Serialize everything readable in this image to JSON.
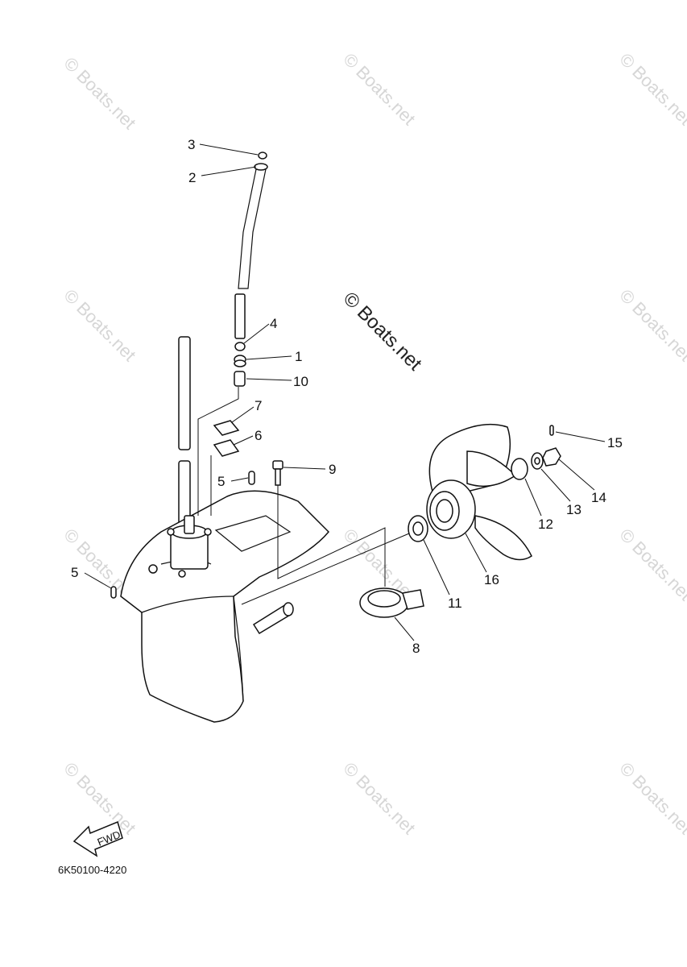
{
  "watermark": {
    "text": "© Boats.net",
    "center_text": "© Boats.net"
  },
  "diagram_code": "6K50100-4220",
  "fwd_label": "FWD",
  "callouts": [
    {
      "id": "c3",
      "text": "3"
    },
    {
      "id": "c2",
      "text": "2"
    },
    {
      "id": "c4",
      "text": "4"
    },
    {
      "id": "c1",
      "text": "1"
    },
    {
      "id": "c10",
      "text": "10"
    },
    {
      "id": "c7",
      "text": "7"
    },
    {
      "id": "c6",
      "text": "6"
    },
    {
      "id": "c9",
      "text": "9"
    },
    {
      "id": "c5a",
      "text": "5"
    },
    {
      "id": "c5b",
      "text": "5"
    },
    {
      "id": "c15",
      "text": "15"
    },
    {
      "id": "c14",
      "text": "14"
    },
    {
      "id": "c13",
      "text": "13"
    },
    {
      "id": "c12",
      "text": "12"
    },
    {
      "id": "c16",
      "text": "16"
    },
    {
      "id": "c11",
      "text": "11"
    },
    {
      "id": "c8",
      "text": "8"
    }
  ]
}
